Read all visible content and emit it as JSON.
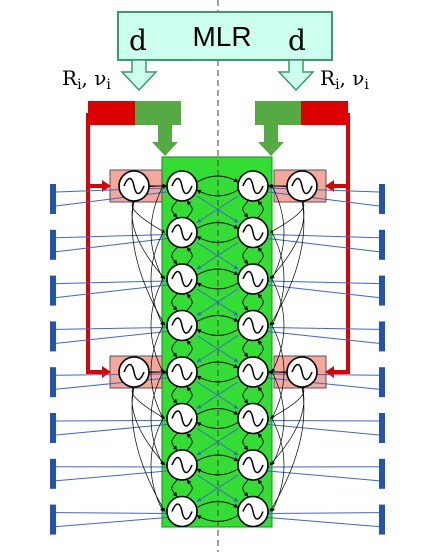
{
  "diagram": {
    "mlr_box": {
      "label": "MLR",
      "left_port": "d",
      "right_port": "d"
    },
    "left_label": {
      "R": "R",
      "sub": "i",
      "rest": ", ν",
      "sub2": "i"
    },
    "right_label": {
      "R": "R",
      "sub": "i",
      "rest": ", ν",
      "sub2": "i"
    },
    "columns": 2,
    "oscillators_per_column": 8,
    "drive_oscillator_rows": [
      0,
      4
    ],
    "electrode_pairs_per_side": 8
  },
  "colors": {
    "mlr_fill": "#ccffee",
    "mlr_stroke": "#3a9a6a",
    "arrow_fill": "#ccffee",
    "green_strip": "#33dd33",
    "red": "#dd0000",
    "green_arrow": "#55aa44",
    "salmon": "#f4a89a",
    "blue": "#2255aa",
    "coupling_blue": "#3f66d0"
  }
}
